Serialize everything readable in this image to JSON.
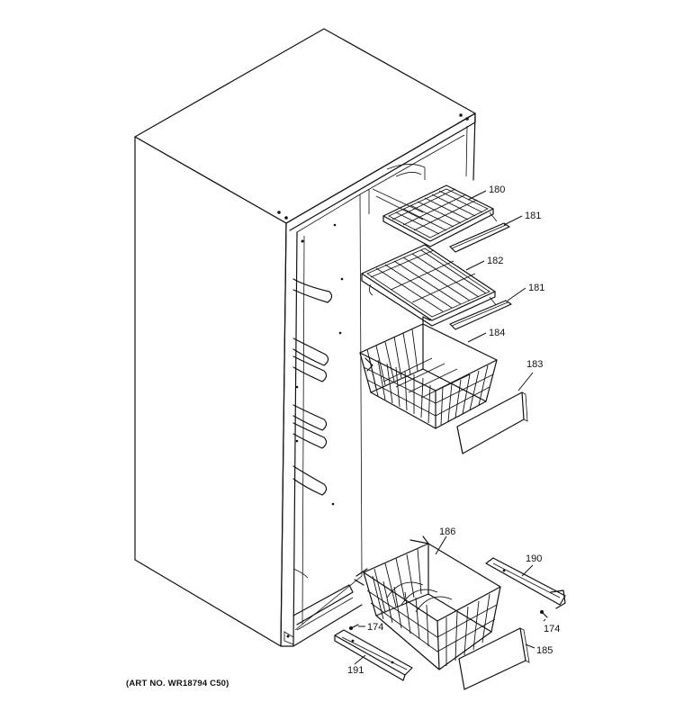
{
  "callouts": {
    "c180": "180",
    "c181a": "181",
    "c182": "182",
    "c181b": "181",
    "c184": "184",
    "c183": "183",
    "c186": "186",
    "c190": "190",
    "c174a": "174",
    "c174b": "174",
    "c185": "185",
    "c191": "191"
  },
  "art_number": "(ART NO. WR18794 C50)"
}
